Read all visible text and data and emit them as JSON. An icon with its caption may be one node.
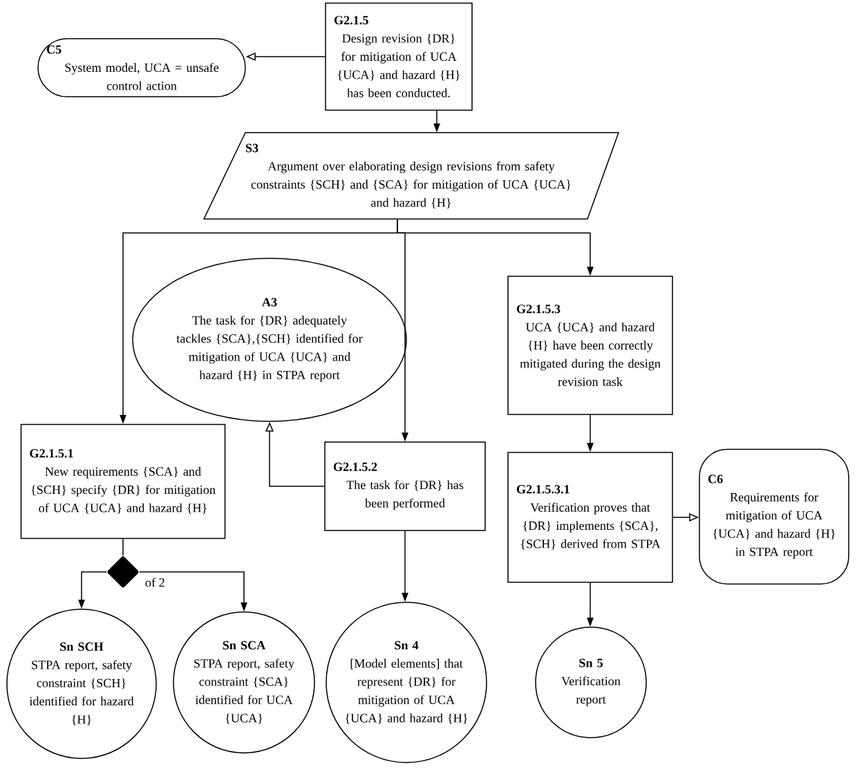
{
  "diagram": {
    "nodes": [
      {
        "text": [
          "C5",
          "System model, UCA = unsafe control action"
        ]
      },
      {
        "text": [
          "G2.1.5",
          "Design revision {DR} for mitigation of UCA {UCA} and hazard {H} has been conducted."
        ]
      },
      {
        "text": [
          "S3",
          "Argument over elaborating design revisions from safety constraints {SCH} and {SCA} for mitigation of UCA {UCA} and hazard {H}"
        ]
      },
      {
        "text": [
          "A3",
          "The task for {DR} adequately tackles {SCA},{SCH} identified for mitigation of UCA {UCA} and hazard {H} in STPA report"
        ]
      },
      {
        "text": [
          "G2.1.5.3",
          "UCA {UCA} and hazard {H} have been correctly mitigated during the design revision task"
        ]
      },
      {
        "text": [
          "G2.1.5.1",
          "New requirements {SCA} and {SCH} specify {DR} for mitigation of UCA {UCA} and hazard {H}"
        ]
      },
      {
        "text": [
          "G2.1.5.2",
          "The task for {DR} has been performed"
        ]
      },
      {
        "text": [
          "G2.1.5.3.1",
          "Verification proves that {DR} implements {SCA}, {SCH} derived from STPA"
        ]
      },
      {
        "text": [
          "C6",
          "Requirements for mitigation of UCA {UCA} and hazard {H} in STPA report"
        ]
      },
      {
        "text": [],
        "shape": "diamond",
        "beside": [
          "of 2"
        ]
      },
      {
        "text": [
          "Sn SCH",
          "STPA report, safety constraint {SCH} identified for hazard {H}"
        ]
      },
      {
        "text": [
          "Sn SCA",
          "STPA report, safety constraint {SCA} identified for UCA {UCA}"
        ]
      },
      {
        "text": [
          "Sn 4",
          "[Model elements] that represent {DR} for mitigation of UCA {UCA} and hazard {H}"
        ]
      },
      {
        "text": [
          "Sn 5",
          "Verification report"
        ]
      }
    ],
    "edges": [
      {
        "from": 1,
        "to": 0,
        "arrow": "to"
      },
      {
        "from": 1,
        "to": 2,
        "arrow": "to"
      },
      {
        "from": 2,
        "to": 5,
        "arrow": "to"
      },
      {
        "from": 2,
        "to": 6,
        "arrow": "to"
      },
      {
        "from": 2,
        "to": 4,
        "arrow": "to"
      },
      {
        "from": 6,
        "to": 3,
        "arrow": "to"
      },
      {
        "from": 4,
        "to": 7,
        "arrow": "to"
      },
      {
        "from": 7,
        "to": 8,
        "arrow": "to"
      },
      {
        "from": 5,
        "to": 9,
        "arrow": "none"
      },
      {
        "from": 9,
        "to": 10,
        "arrow": "to"
      },
      {
        "from": 9,
        "to": 11,
        "arrow": "to"
      },
      {
        "from": 6,
        "to": 12,
        "arrow": "to"
      },
      {
        "from": 7,
        "to": 13,
        "arrow": "to"
      }
    ]
  }
}
